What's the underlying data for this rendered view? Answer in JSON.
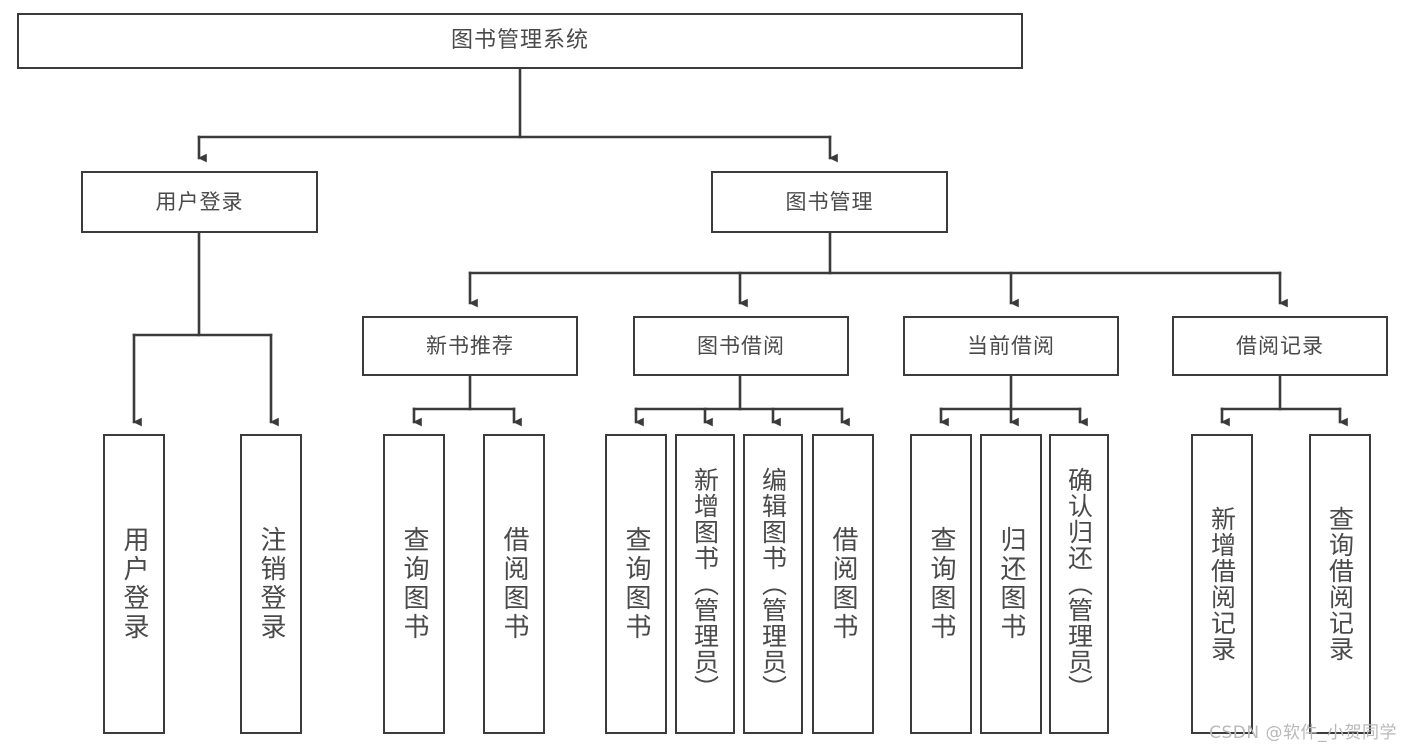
{
  "diagram": {
    "type": "tree",
    "title": "图书管理系统",
    "watermark": "CSDN @软件_小贺同学",
    "colors": {
      "stroke": "#3b3b3b",
      "text": "#4a4a4a",
      "background": "#ffffff",
      "watermark": "#b9b9b9"
    },
    "nodes": {
      "root": {
        "label": "图书管理系统"
      },
      "level2": [
        {
          "label": "用户登录"
        },
        {
          "label": "图书管理"
        }
      ],
      "level3": [
        {
          "label": "新书推荐"
        },
        {
          "label": "图书借阅"
        },
        {
          "label": "当前借阅"
        },
        {
          "label": "借阅记录"
        }
      ],
      "leaves": {
        "user_login": [
          {
            "label": "用户登录"
          },
          {
            "label": "注销登录"
          }
        ],
        "new_book": [
          {
            "label": "查询图书"
          },
          {
            "label": "借阅图书"
          }
        ],
        "borrow_book": [
          {
            "label": "查询图书"
          },
          {
            "label": "新增图书（管理员）"
          },
          {
            "label": "编辑图书（管理员）"
          },
          {
            "label": "借阅图书"
          }
        ],
        "current_borrow": [
          {
            "label": "查询图书"
          },
          {
            "label": "归还图书"
          },
          {
            "label": "确认归还（管理员）"
          }
        ],
        "borrow_record": [
          {
            "label": "新增借阅记录"
          },
          {
            "label": "查询借阅记录"
          }
        ]
      }
    }
  }
}
